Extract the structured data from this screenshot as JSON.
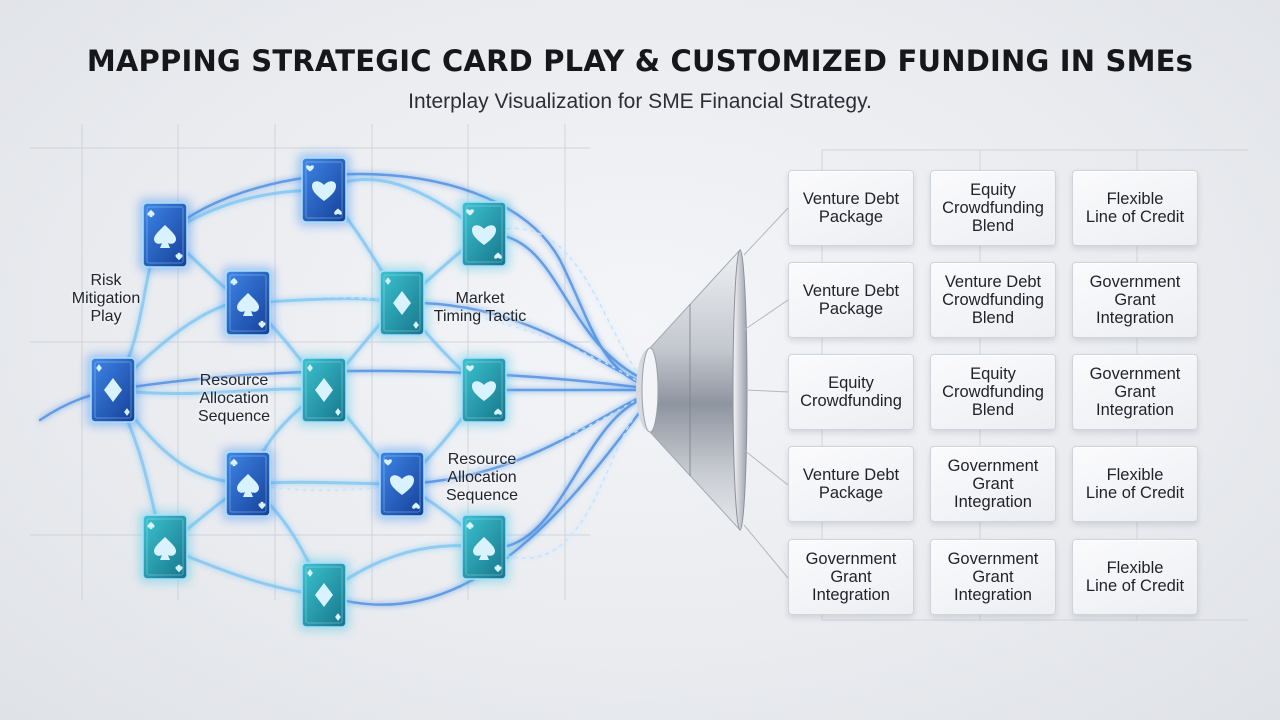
{
  "header": {
    "title": "MAPPING STRATEGIC CARD PLAY & CUSTOMIZED FUNDING IN SMEs",
    "subtitle": "Interplay Visualization for SME Financial Strategy."
  },
  "network": {
    "labels": [
      "Risk\nMitigation\nPlay",
      "Market\nTiming Tactic",
      "Resource\nAllocation\nSequence",
      "Resource\nAllocation\nSequence"
    ],
    "cards": [
      {
        "suit": "spade-icon",
        "shade": "blue"
      },
      {
        "suit": "heart-icon",
        "shade": "blue"
      },
      {
        "suit": "heart-icon",
        "shade": "teal"
      },
      {
        "suit": "spade-icon",
        "shade": "blue"
      },
      {
        "suit": "diamond-icon",
        "shade": "teal"
      },
      {
        "suit": "diamond-icon",
        "shade": "blue"
      },
      {
        "suit": "diamond-icon",
        "shade": "teal"
      },
      {
        "suit": "heart-icon",
        "shade": "teal"
      },
      {
        "suit": "spade-icon",
        "shade": "blue"
      },
      {
        "suit": "heart-icon",
        "shade": "blue"
      },
      {
        "suit": "spade-icon",
        "shade": "teal"
      },
      {
        "suit": "diamond-icon",
        "shade": "teal"
      },
      {
        "suit": "spade-icon",
        "shade": "teal"
      }
    ]
  },
  "funding_grid": {
    "rows": [
      [
        "Venture Debt\nPackage",
        "Equity\nCrowdfunding\nBlend",
        "Flexible\nLine of Credit"
      ],
      [
        "Venture Debt\nPackage",
        "Venture Debt\nCrowdfunding\nBlend",
        "Government\nGrant\nIntegration"
      ],
      [
        "Equity\nCrowdfunding",
        "Equity\nCrowdfunding\nBlend",
        "Government\nGrant\nIntegration"
      ],
      [
        "Venture Debt\nPackage",
        "Government\nGrant\nIntegration",
        "Flexible\nLine of Credit"
      ],
      [
        "Government\nGrant\nIntegration",
        "Government\nGrant\nIntegration",
        "Flexible\nLine of Credit"
      ]
    ]
  },
  "colors": {
    "card_blue": "#1f56b8",
    "card_teal": "#1f93a6",
    "flow": "#5fb6f0",
    "funnel": "#b9bec7"
  }
}
